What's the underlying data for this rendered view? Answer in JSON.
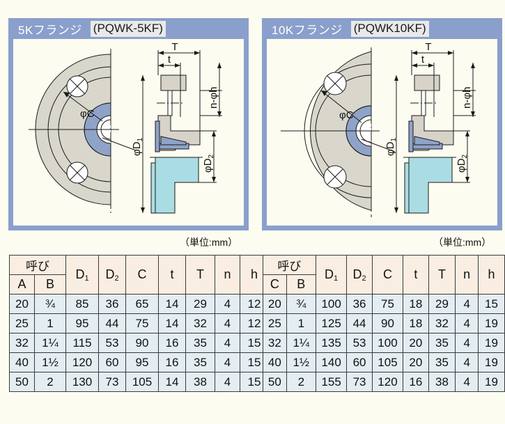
{
  "page": {
    "background_color": "#fdfcf0",
    "accent_color": "#8a9fcc"
  },
  "panels": [
    {
      "id": "left",
      "title": "5Kフランジ",
      "code": "(PQWK-5KF)",
      "unit_note": "（単位:mm）",
      "diagram": {
        "labels": {
          "bolt_circle": "φC",
          "outer_dia": "φD1",
          "hub_dia": "φD2",
          "flange_thickness": "T",
          "raised_face": "t",
          "bolt_holes": "n-φh"
        },
        "colors": {
          "flange_body": "#d7d3c8",
          "gasket": "#8fa3c8",
          "pipe": "#aadde3",
          "face_ring": "#d9d6cc",
          "face_inner": "#8fa3c8",
          "line": "#1a1a1a"
        }
      }
    },
    {
      "id": "right",
      "title": "10Kフランジ",
      "code": "(PQWK10KF)",
      "unit_note": "（単位:mm）",
      "diagram": {
        "labels": {
          "bolt_circle": "φC",
          "outer_dia": "φD1",
          "hub_dia": "φD2",
          "flange_thickness": "T",
          "raised_face": "t",
          "bolt_holes": "n-φh"
        },
        "colors": {
          "flange_body": "#d7d3c8",
          "gasket": "#8fa3c8",
          "pipe": "#aadde3",
          "face_ring": "#d9d6cc",
          "face_inner": "#8fa3c8",
          "line": "#1a1a1a"
        }
      }
    }
  ],
  "tables": {
    "left": {
      "group_header": "呼び",
      "columns": [
        "A",
        "B",
        "D",
        "D",
        "C",
        "t",
        "T",
        "n",
        "h"
      ],
      "column_display": [
        "A",
        "B",
        "D1",
        "D2",
        "C",
        "t",
        "T",
        "n",
        "h"
      ],
      "subscripts": [
        "",
        "",
        "1",
        "2",
        "",
        "",
        "",
        "",
        ""
      ],
      "rows": [
        [
          "20",
          "¾",
          "85",
          "36",
          "65",
          "14",
          "29",
          "4",
          "12"
        ],
        [
          "25",
          "1",
          "95",
          "44",
          "75",
          "14",
          "32",
          "4",
          "12"
        ],
        [
          "32",
          "1¼",
          "115",
          "53",
          "90",
          "16",
          "35",
          "4",
          "15"
        ],
        [
          "40",
          "1½",
          "120",
          "60",
          "95",
          "16",
          "35",
          "4",
          "15"
        ],
        [
          "50",
          "2",
          "130",
          "73",
          "105",
          "14",
          "38",
          "4",
          "15"
        ]
      ]
    },
    "right": {
      "group_header": "呼び",
      "columns": [
        "C",
        "B",
        "D",
        "D",
        "C",
        "t",
        "T",
        "n",
        "h"
      ],
      "column_display": [
        "C",
        "B",
        "D1",
        "D2",
        "C",
        "t",
        "T",
        "n",
        "h"
      ],
      "subscripts": [
        "",
        "",
        "1",
        "2",
        "",
        "",
        "",
        "",
        ""
      ],
      "rows": [
        [
          "20",
          "¾",
          "100",
          "36",
          "75",
          "18",
          "29",
          "4",
          "15"
        ],
        [
          "25",
          "1",
          "125",
          "44",
          "90",
          "18",
          "32",
          "4",
          "19"
        ],
        [
          "32",
          "1¼",
          "135",
          "53",
          "100",
          "20",
          "35",
          "4",
          "19"
        ],
        [
          "40",
          "1½",
          "140",
          "60",
          "105",
          "20",
          "35",
          "4",
          "19"
        ],
        [
          "50",
          "2",
          "155",
          "73",
          "120",
          "16",
          "38",
          "4",
          "19"
        ]
      ]
    }
  }
}
